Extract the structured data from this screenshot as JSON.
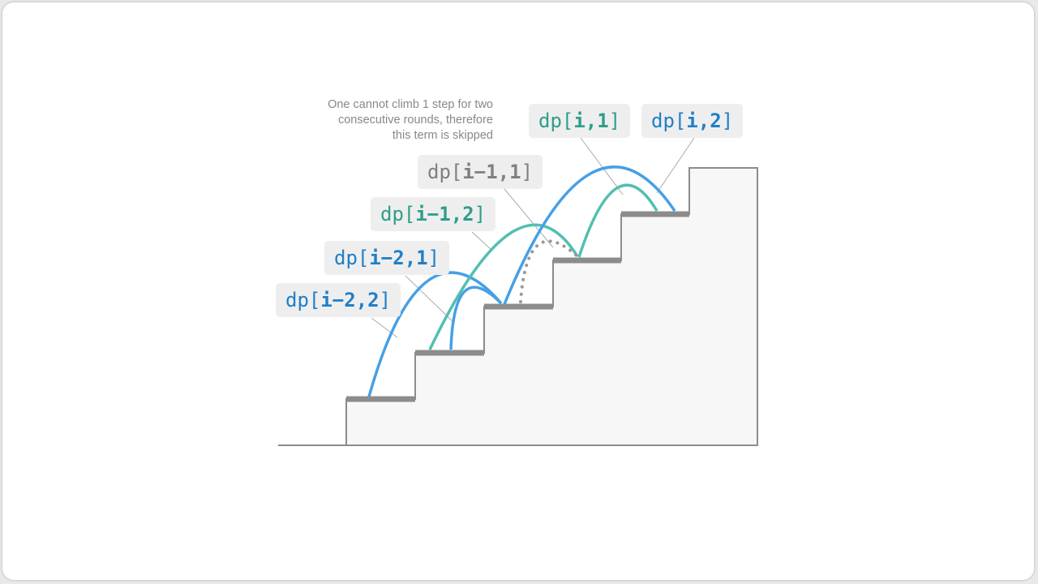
{
  "note": {
    "lines": [
      "One cannot climb 1 step for two",
      "consecutive rounds, therefore",
      "this term is skipped"
    ]
  },
  "labels": {
    "dp_i_1": {
      "pre": "dp[",
      "bold": "i,1",
      "post": "]",
      "color": "#2e9e8a"
    },
    "dp_i_2": {
      "pre": "dp[",
      "bold": "i,2",
      "post": "]",
      "color": "#1f7fc7"
    },
    "dp_i1_1": {
      "pre": "dp[",
      "bold": "i−1,1",
      "post": "]",
      "color": "#808080"
    },
    "dp_i1_2": {
      "pre": "dp[",
      "bold": "i−1,2",
      "post": "]",
      "color": "#2e9e8a"
    },
    "dp_i2_1": {
      "pre": "dp[",
      "bold": "i−2,1",
      "post": "]",
      "color": "#1f7fc7"
    },
    "dp_i2_2": {
      "pre": "dp[",
      "bold": "i−2,2",
      "post": "]",
      "color": "#1f7fc7"
    }
  },
  "colors": {
    "blue_arc": "#46a0e6",
    "green_arc": "#52bfb0",
    "dotted_arc": "#999999",
    "stair_line": "#8c8c8c",
    "stair_fill": "#f7f7f7",
    "leader": "#aaaaaa"
  }
}
